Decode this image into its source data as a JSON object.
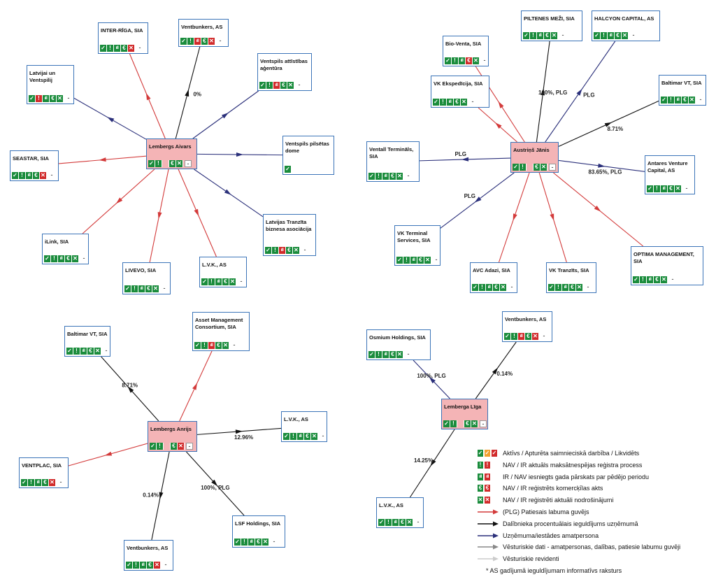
{
  "nodes": {
    "n1": {
      "label": "Lembergs Aivars",
      "icons": [
        "g-check",
        "g-excl",
        "blank",
        "g-euro",
        "g-x"
      ]
    },
    "n2": {
      "label": "INTER-RĪGA, SIA",
      "icons": [
        "g-check",
        "g-excl",
        "g-bar",
        "g-euro",
        "r-x"
      ]
    },
    "n3": {
      "label": "Ventbunkers, AS",
      "icons": [
        "g-check",
        "g-excl",
        "r-bar",
        "g-euro",
        "r-x"
      ]
    },
    "n4": {
      "label": "Latvijai un Ventspilij",
      "icons": [
        "g-check",
        "r-excl",
        "g-bar",
        "g-euro",
        "g-x"
      ]
    },
    "n5": {
      "label": "Ventspils attīstības aģentūra",
      "icons": [
        "g-check",
        "g-excl",
        "r-bar",
        "g-euro",
        "g-x"
      ]
    },
    "n6": {
      "label": "Ventspils pilsētas dome",
      "icons": [
        "g-check"
      ]
    },
    "n7": {
      "label": "SEASTAR, SIA",
      "icons": [
        "g-check",
        "g-excl",
        "g-bar",
        "g-euro",
        "r-x"
      ]
    },
    "n8": {
      "label": "Latvijas Tranzīta biznesa asociācija",
      "icons": [
        "g-check",
        "g-excl",
        "r-bar",
        "g-euro",
        "g-x"
      ]
    },
    "n9": {
      "label": "iLink, SIA",
      "icons": [
        "g-check",
        "g-excl",
        "g-bar",
        "g-euro",
        "g-x"
      ]
    },
    "n10": {
      "label": "LIVEVO, SIA",
      "icons": [
        "g-check",
        "g-excl",
        "g-bar",
        "g-euro",
        "g-x"
      ]
    },
    "n11": {
      "label": "L.V.K., AS",
      "icons": [
        "g-check",
        "g-excl",
        "g-bar",
        "g-euro",
        "g-x"
      ]
    },
    "n12": {
      "label": "Austriņš Jānis",
      "icons": [
        "g-check",
        "g-excl",
        "blank",
        "g-euro",
        "g-x"
      ]
    },
    "n13": {
      "label": "PILTENES MEŽI, SIA",
      "icons": [
        "g-check",
        "g-excl",
        "g-bar",
        "g-euro",
        "g-x"
      ]
    },
    "n14": {
      "label": "HALCYON CAPITAL, AS",
      "icons": [
        "g-check",
        "g-excl",
        "g-bar",
        "g-euro",
        "g-x"
      ]
    },
    "n15": {
      "label": "Bio-Venta, SIA",
      "icons": [
        "g-check",
        "g-excl",
        "g-bar",
        "r-euro",
        "g-x"
      ]
    },
    "n16": {
      "label": "VK Ekspedīcija, SIA",
      "icons": [
        "g-check",
        "g-excl",
        "g-bar",
        "g-euro",
        "g-x"
      ]
    },
    "n17": {
      "label": "Baltimar VT, SIA",
      "icons": [
        "g-check",
        "g-excl",
        "g-bar",
        "g-euro",
        "g-x"
      ]
    },
    "n18": {
      "label": "Ventall Termināls, SIA",
      "icons": [
        "g-check",
        "g-excl",
        "g-bar",
        "g-euro",
        "g-x"
      ]
    },
    "n19": {
      "label": "Antares Venture Capital, AS",
      "icons": [
        "g-check",
        "g-excl",
        "g-bar",
        "g-euro",
        "g-x"
      ]
    },
    "n20": {
      "label": "VK Terminal Services, SIA",
      "icons": [
        "g-check",
        "g-excl",
        "g-bar",
        "g-euro",
        "g-x"
      ]
    },
    "n21": {
      "label": "AVC Adazi, SIA",
      "icons": [
        "g-check",
        "g-excl",
        "g-bar",
        "g-euro",
        "g-x"
      ]
    },
    "n22": {
      "label": "VK Tranzīts, SIA",
      "icons": [
        "g-check",
        "g-excl",
        "g-bar",
        "g-euro",
        "g-x"
      ]
    },
    "n23": {
      "label": "OPTIMA MANAGEMENT, SIA",
      "icons": [
        "g-check",
        "g-excl",
        "g-bar",
        "g-euro",
        "g-x"
      ]
    },
    "n24": {
      "label": "Baltimar VT, SIA",
      "icons": [
        "g-check",
        "g-excl",
        "g-bar",
        "g-euro",
        "g-x"
      ]
    },
    "n25": {
      "label": "Asset Management Consortium, SIA",
      "icons": [
        "g-check",
        "g-excl",
        "r-bar",
        "g-euro",
        "g-x"
      ]
    },
    "n26": {
      "label": "Lembergs Anrijs",
      "icons": [
        "g-check",
        "g-excl",
        "blank",
        "g-euro",
        "r-x"
      ]
    },
    "n27": {
      "label": "L.V.K., AS",
      "icons": [
        "g-check",
        "g-excl",
        "g-bar",
        "g-euro",
        "g-x"
      ]
    },
    "n28": {
      "label": "VENTPLAC, SIA",
      "icons": [
        "g-check",
        "g-excl",
        "g-bar",
        "g-euro",
        "r-x"
      ]
    },
    "n29": {
      "label": "LSF Holdings, SIA",
      "icons": [
        "g-check",
        "g-excl",
        "g-bar",
        "g-euro",
        "g-x"
      ]
    },
    "n30": {
      "label": "Ventbunkers, AS",
      "icons": [
        "g-check",
        "g-excl",
        "g-bar",
        "g-euro",
        "r-x"
      ]
    },
    "n31": {
      "label": "Osmium Holdings, SIA",
      "icons": [
        "g-check",
        "g-excl",
        "g-bar",
        "g-euro",
        "g-x"
      ]
    },
    "n32": {
      "label": "Ventbunkers, AS",
      "icons": [
        "g-check",
        "g-excl",
        "r-bar",
        "g-euro",
        "r-x"
      ]
    },
    "n33": {
      "label": "Lemberga Līga",
      "icons": [
        "g-check",
        "g-excl",
        "blank",
        "g-euro",
        "g-x"
      ]
    },
    "n34": {
      "label": "L.V.K., AS",
      "icons": [
        "g-check",
        "g-excl",
        "g-bar",
        "g-euro",
        "g-x"
      ]
    }
  },
  "edges": [
    {
      "from": "n1",
      "to": "n2",
      "type": "red",
      "label": ""
    },
    {
      "from": "n1",
      "to": "n3",
      "type": "black",
      "label": "0%"
    },
    {
      "from": "n1",
      "to": "n4",
      "type": "blue",
      "label": ""
    },
    {
      "from": "n1",
      "to": "n5",
      "type": "blue",
      "label": ""
    },
    {
      "from": "n1",
      "to": "n6",
      "type": "blue",
      "label": ""
    },
    {
      "from": "n1",
      "to": "n7",
      "type": "red",
      "label": ""
    },
    {
      "from": "n1",
      "to": "n8",
      "type": "blue",
      "label": ""
    },
    {
      "from": "n1",
      "to": "n9",
      "type": "red",
      "label": ""
    },
    {
      "from": "n1",
      "to": "n10",
      "type": "red",
      "label": ""
    },
    {
      "from": "n1",
      "to": "n11",
      "type": "red",
      "label": ""
    },
    {
      "from": "n12",
      "to": "n13",
      "type": "black",
      "label": "100%, PLG"
    },
    {
      "from": "n12",
      "to": "n14",
      "type": "blue",
      "label": "PLG"
    },
    {
      "from": "n12",
      "to": "n15",
      "type": "red",
      "label": ""
    },
    {
      "from": "n12",
      "to": "n16",
      "type": "red",
      "label": ""
    },
    {
      "from": "n12",
      "to": "n17",
      "type": "black",
      "label": "8.71%"
    },
    {
      "from": "n12",
      "to": "n18",
      "type": "blue",
      "label": "PLG"
    },
    {
      "from": "n12",
      "to": "n19",
      "type": "blue",
      "label": "83.65%, PLG"
    },
    {
      "from": "n12",
      "to": "n20",
      "type": "blue",
      "label": "PLG"
    },
    {
      "from": "n12",
      "to": "n21",
      "type": "red",
      "label": ""
    },
    {
      "from": "n12",
      "to": "n22",
      "type": "red",
      "label": ""
    },
    {
      "from": "n12",
      "to": "n23",
      "type": "red",
      "label": ""
    },
    {
      "from": "n26",
      "to": "n24",
      "type": "black",
      "label": "8.71%"
    },
    {
      "from": "n26",
      "to": "n25",
      "type": "red",
      "label": ""
    },
    {
      "from": "n26",
      "to": "n27",
      "type": "black",
      "label": "12.96%"
    },
    {
      "from": "n26",
      "to": "n28",
      "type": "red",
      "label": ""
    },
    {
      "from": "n26",
      "to": "n29",
      "type": "black",
      "label": "100%, PLG"
    },
    {
      "from": "n26",
      "to": "n30",
      "type": "black",
      "label": "0.14%"
    },
    {
      "from": "n33",
      "to": "n31",
      "type": "blue",
      "label": "100%, PLG"
    },
    {
      "from": "n33",
      "to": "n32",
      "type": "black",
      "label": "0.14%"
    },
    {
      "from": "n33",
      "to": "n34",
      "type": "black",
      "label": "14.25%"
    }
  ],
  "legend": [
    {
      "kind": "icons",
      "icons": [
        "g-check",
        "o-check",
        "r-check"
      ],
      "text": "Aktīvs / Apturēta saimnieciskā darbība / Likvidēts"
    },
    {
      "kind": "icons",
      "icons": [
        "g-excl",
        "r-excl"
      ],
      "text": "NAV / IR aktuāls maksātnespējas reģistra process"
    },
    {
      "kind": "icons",
      "icons": [
        "g-bar",
        "r-bar"
      ],
      "text": "IR / NAV iesniegts gada pārskats par pēdējo periodu"
    },
    {
      "kind": "icons",
      "icons": [
        "g-euro",
        "r-euro"
      ],
      "text": "NAV / IR reģistrēts komercķīlas akts"
    },
    {
      "kind": "icons",
      "icons": [
        "g-x",
        "r-x"
      ],
      "text": "NAV / IR reģistrēti aktuāli nodrošinājumi"
    },
    {
      "kind": "line",
      "color": "#d33a3a",
      "text": "(PLG) Patiesais labuma guvējs"
    },
    {
      "kind": "line",
      "color": "#111111",
      "text": "Dalībnieka procentuālais ieguldījums uzņēmumā"
    },
    {
      "kind": "line",
      "color": "#2a2f7a",
      "text": "Uzņēmuma/iestādes amatpersona"
    },
    {
      "kind": "line",
      "color": "#888888",
      "text": "Vēsturiskie dati - amatpersonas, dalības, patiesie labumu guvēji"
    },
    {
      "kind": "line",
      "color": "#cccccc",
      "text": "Vēsturiskie revidenti"
    },
    {
      "kind": "note",
      "text": "* AS gadījumā ieguldījumam informatīvs raksturs"
    }
  ],
  "colors": {
    "red": "#d33a3a",
    "black": "#111111",
    "blue": "#2a2f7a",
    "icon_green": "#1a8c3c",
    "icon_red": "#d12b2b",
    "icon_orange": "#f0a030",
    "node_border": "#3b74b8",
    "center_fill": "#f4b4b6"
  }
}
